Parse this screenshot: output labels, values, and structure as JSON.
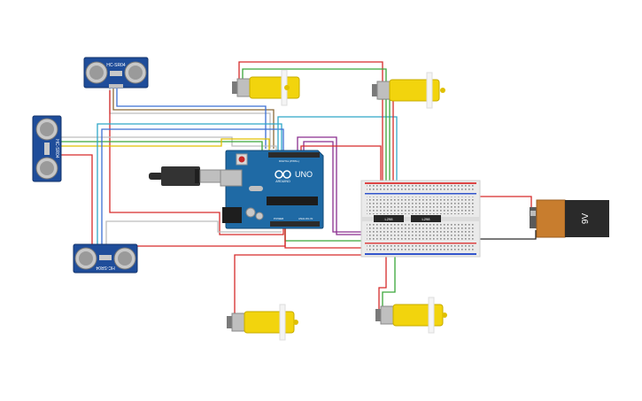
{
  "components": {
    "sensor_label": "HC-SR04",
    "arduino": {
      "brand": "ARDUINO",
      "model": "UNO",
      "digital_header": "DIGITAL (PWM~)",
      "power_header": "POWER",
      "analog_header": "ANALOG IN"
    },
    "driver_label": "L298",
    "battery_label": "9V"
  },
  "colors": {
    "wire_red": "#d62b2b",
    "wire_green": "#3aa63a",
    "wire_blue": "#3b6fd4",
    "wire_cyan": "#2fa8c8",
    "wire_brown": "#8a6a3a",
    "wire_yellow": "#e0c000",
    "wire_purple": "#8a2f8f",
    "wire_gray": "#bdbdbd",
    "board_blue": "#1f6aa5",
    "motor_yellow": "#f2d40d",
    "battery_orange": "#c87d2e",
    "battery_black": "#2a2a2a"
  }
}
